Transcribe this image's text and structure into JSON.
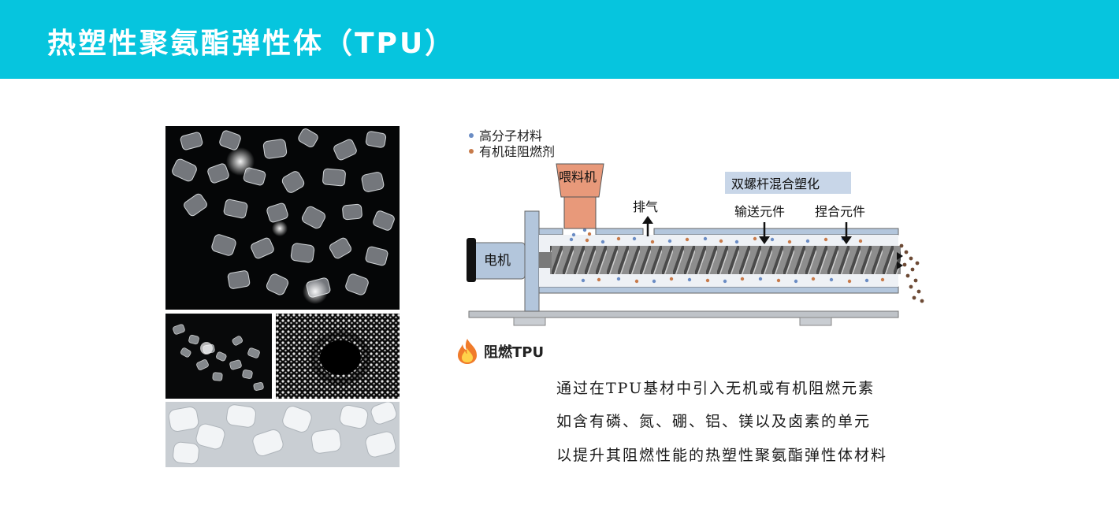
{
  "header": {
    "title": "热塑性聚氨酯弹性体（TPU）",
    "color": "#06c5de"
  },
  "diagram": {
    "legend": [
      {
        "label": "高分子材料",
        "dot_color": "#6a8cc4"
      },
      {
        "label": "有机硅阻燃剂",
        "dot_color": "#c77a4a"
      }
    ],
    "hopper_label": "喂料机",
    "vent_label": "排气",
    "section_label": "双螺杆混合塑化",
    "conveying_label": "输送元件",
    "kneading_label": "捏合元件",
    "motor_label": "电机"
  },
  "flame_retardant": {
    "icon": "flame-icon",
    "label": "阻燃TPU",
    "lines": [
      "通过在TPU基材中引入无机或有机阻燃元素",
      "如含有磷、氮、硼、铝、镁以及卤素的单元",
      "以提升其阻燃性能的热塑性聚氨酯弹性体材料"
    ]
  }
}
